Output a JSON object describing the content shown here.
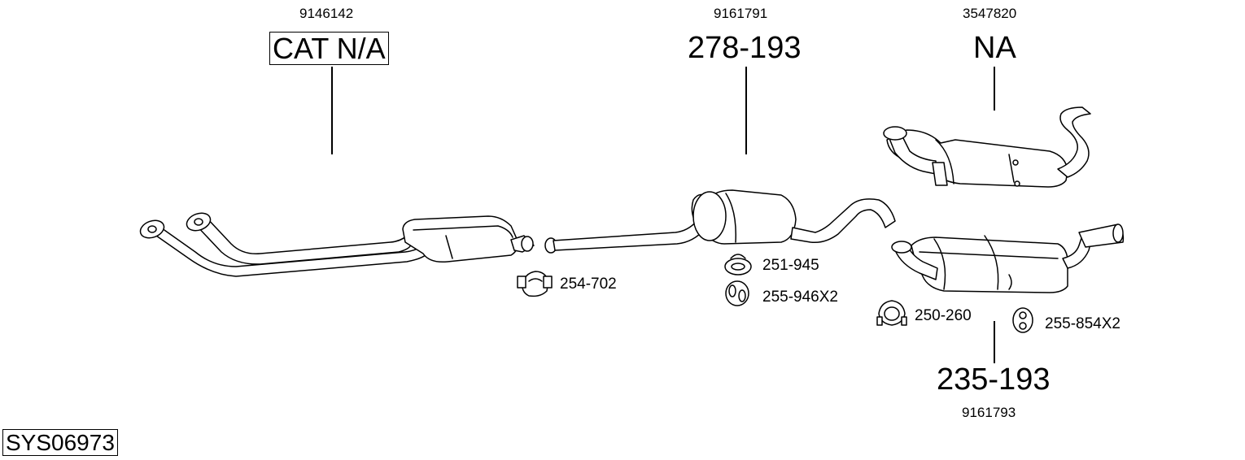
{
  "system_code": "SYS06973",
  "parts": {
    "front": {
      "oem": "9146142",
      "label": "CAT N/A"
    },
    "middle": {
      "oem": "9161791",
      "label": "278-193"
    },
    "rear_top": {
      "oem": "3547820",
      "label": "NA"
    },
    "rear_bottom": {
      "oem": "9161793",
      "label": "235-193"
    }
  },
  "accessories": {
    "clamp_front": "254-702",
    "hanger_middle": "251-945",
    "rubber_middle": "255-946X2",
    "clamp_rear": "250-260",
    "rubber_rear": "255-854X2"
  }
}
